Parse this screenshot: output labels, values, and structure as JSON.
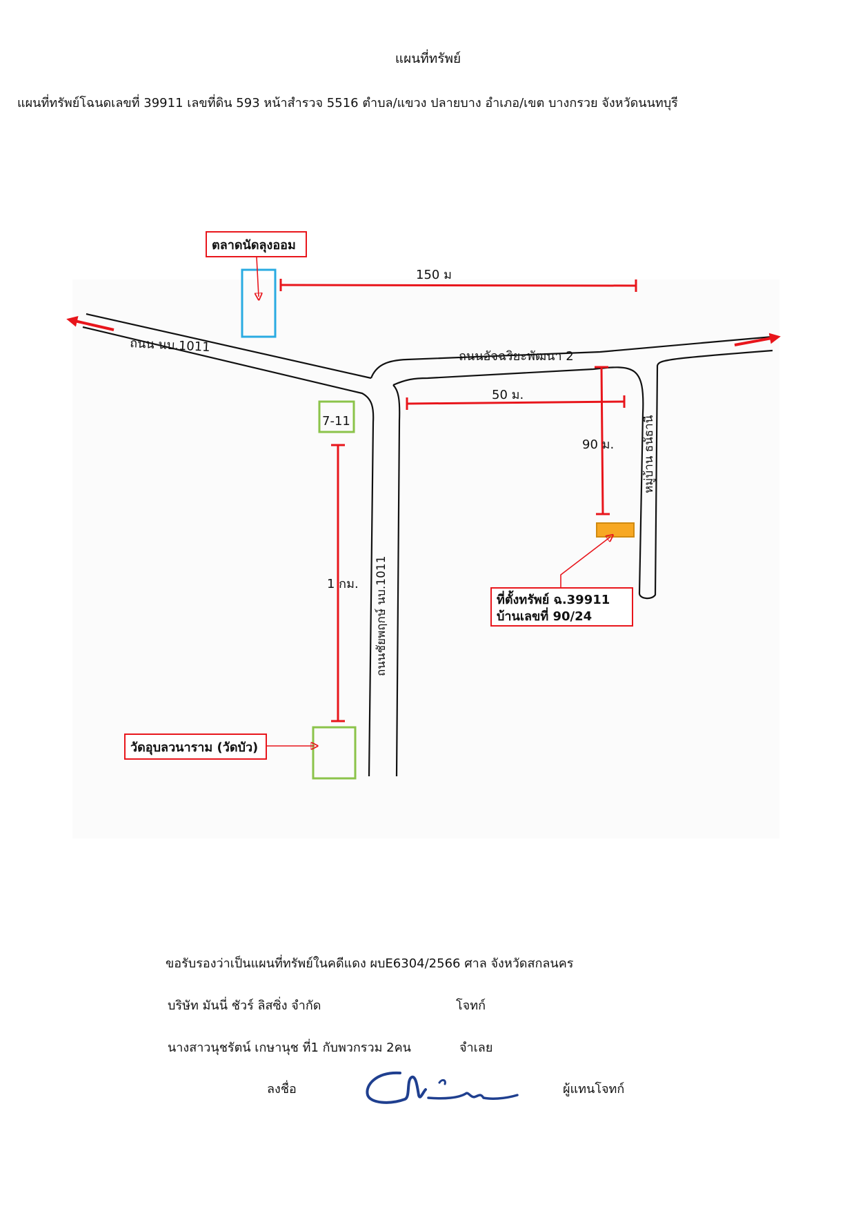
{
  "title": "แผนที่ทรัพย์",
  "subtitle": "แผนที่ทรัพย์โฉนดเลขที่ 39911   เลขที่ดิน  593 หน้าสำรวจ 5516 ตำบล/แขวง ปลายบาง  อำเภอ/เขต บางกรวย จังหวัดนนทบุรี",
  "map": {
    "roads": {
      "road_1011_west": "ถนน นบ.1011",
      "road_achariya": "ถนนอัจฉริยะพัฒนา 2",
      "road_1011_vertical": "ถนนชัยพฤกษ์ นบ.1011",
      "village_road": "หมู่บ้าน ธนัธานี"
    },
    "landmarks": {
      "market": "ตลาดนัดลุงออม",
      "seven_eleven": "7-11",
      "temple": "วัดอุบลวนาราม (วัดบัว)",
      "property_line1": "ที่ตั้งทรัพย์ ฉ.39911",
      "property_line2": "บ้านเลขที่ 90/24"
    },
    "distances": {
      "market_to_property": "150 ม",
      "junction_to_village": "50 ม.",
      "road_to_property": "90 ม.",
      "seven_eleven_to_temple": "1 กม."
    },
    "colors": {
      "measure_red": "#e8151b",
      "market_box": "#29abe2",
      "green_box": "#8bc34a",
      "property_fill": "#f7a823",
      "road_line": "#111111"
    }
  },
  "footer": {
    "certify": "ขอรับรองว่าเป็นแผนที่ทรัพย์ในคดีแดง  ผบE6304/2566  ศาล  จังหวัดสกลนคร",
    "plaintiff_name": "บริษัท มันนี่ ชัวร์ ลิสซิ่ง จำกัด",
    "plaintiff_role": "โจทก์",
    "defendant_name": "นางสาวนุชรัตน์ เกษานุช ที่1 กับพวกรวม 2คน",
    "defendant_role": "จำเลย",
    "sign_label": "ลงชื่อ",
    "signer_role": "ผู้แทนโจทก์"
  }
}
